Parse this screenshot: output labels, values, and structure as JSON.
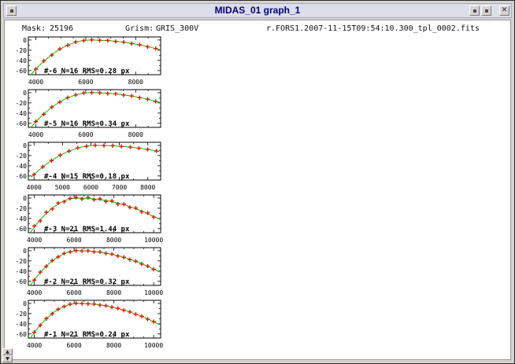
{
  "window": {
    "title": "MIDAS_01 graph_1",
    "close_icon": "✕",
    "scroll_up_icon": "▲",
    "scroll_down_icon": "▼"
  },
  "header": {
    "mask_label": "Mask:",
    "mask_value": "25196",
    "grism_label": "Grism:",
    "grism_value": "GRIS_300V",
    "fits_file": "r.FORS1.2007-11-15T09:54:10.300_tpl_0002.fits"
  },
  "colors": {
    "curve": "#00c400",
    "marker": "#ee1100",
    "title_text": "#00007a",
    "titlebar_bg": "#dcdee9"
  },
  "chart_data": {
    "type": "line",
    "note": "six stacked wavelength-dispersion residual panels, green fit curve with red cross data points",
    "ylabel_ticks": [
      0,
      -20,
      -40,
      -60
    ]
  },
  "plots": [
    {
      "id": "-6",
      "label": "#-6 N=16 RMS=0.28 px",
      "x_range": [
        3700,
        9000
      ],
      "x_ticks": [
        4000,
        6000,
        8000
      ],
      "x_minor": 500,
      "y_range": [
        -68,
        6
      ],
      "y_ticks": [
        0,
        -20,
        -40,
        -60
      ],
      "y_minor": 10,
      "curve": [
        [
          3800,
          -68
        ],
        [
          4000,
          -57.1
        ],
        [
          4200,
          -47.2
        ],
        [
          4400,
          -38.2
        ],
        [
          4600,
          -30.2
        ],
        [
          4800,
          -23.1
        ],
        [
          5000,
          -17
        ],
        [
          5200,
          -11.8
        ],
        [
          5400,
          -7.6
        ],
        [
          5600,
          -4.3
        ],
        [
          5800,
          -1.9
        ],
        [
          6000,
          -0.5
        ],
        [
          6200,
          0
        ],
        [
          6400,
          -0.1
        ],
        [
          6600,
          -0.4
        ],
        [
          6800,
          -0.9
        ],
        [
          7000,
          -1.6
        ],
        [
          7200,
          -2.5
        ],
        [
          7400,
          -3.6
        ],
        [
          7600,
          -4.9
        ],
        [
          7800,
          -6.4
        ],
        [
          8000,
          -8.1
        ],
        [
          8200,
          -10
        ],
        [
          8400,
          -12.1
        ],
        [
          8600,
          -14.4
        ],
        [
          8800,
          -16.9
        ],
        [
          9000,
          -19.6
        ]
      ],
      "markers": [
        [
          4000,
          -57.1
        ],
        [
          4320,
          -40.9
        ],
        [
          4640,
          -29.5
        ],
        [
          4960,
          -17.6
        ],
        [
          5280,
          -10.4
        ],
        [
          5600,
          -3.8
        ],
        [
          5920,
          -1.2
        ],
        [
          6240,
          0.3
        ],
        [
          6560,
          -0.6
        ],
        [
          6880,
          -0.9
        ],
        [
          7200,
          -2.9
        ],
        [
          7520,
          -4.1
        ],
        [
          7840,
          -7
        ],
        [
          8160,
          -9.3
        ],
        [
          8480,
          -13.4
        ],
        [
          8800,
          -16.6
        ]
      ]
    },
    {
      "id": "-5",
      "label": "#-5 N=16 RMS=0.34 px",
      "x_range": [
        3700,
        9000
      ],
      "x_ticks": [
        4000,
        6000,
        8000
      ],
      "x_minor": 500,
      "y_range": [
        -68,
        6
      ],
      "y_ticks": [
        0,
        -20,
        -40,
        -60
      ],
      "y_minor": 10,
      "curve": [
        [
          3800,
          -68
        ],
        [
          4000,
          -57.1
        ],
        [
          4200,
          -47.2
        ],
        [
          4400,
          -38.2
        ],
        [
          4600,
          -30.2
        ],
        [
          4800,
          -23.1
        ],
        [
          5000,
          -17
        ],
        [
          5200,
          -11.8
        ],
        [
          5400,
          -7.6
        ],
        [
          5600,
          -4.3
        ],
        [
          5800,
          -1.9
        ],
        [
          6000,
          -0.5
        ],
        [
          6200,
          0
        ],
        [
          6400,
          -0.1
        ],
        [
          6600,
          -0.4
        ],
        [
          6800,
          -0.9
        ],
        [
          7000,
          -1.6
        ],
        [
          7200,
          -2.5
        ],
        [
          7400,
          -3.6
        ],
        [
          7600,
          -4.9
        ],
        [
          7800,
          -6.4
        ],
        [
          8000,
          -8.1
        ],
        [
          8200,
          -10
        ],
        [
          8400,
          -12.1
        ],
        [
          8600,
          -14.4
        ],
        [
          8800,
          -16.9
        ],
        [
          9000,
          -19.6
        ]
      ],
      "markers": [
        [
          4000,
          -56.5
        ],
        [
          4320,
          -42.3
        ],
        [
          4640,
          -28.2
        ],
        [
          4960,
          -18.5
        ],
        [
          5280,
          -9.6
        ],
        [
          5600,
          -4.5
        ],
        [
          5920,
          -0.7
        ],
        [
          6240,
          0.2
        ],
        [
          6560,
          -0.2
        ],
        [
          6880,
          -1.5
        ],
        [
          7200,
          -2.2
        ],
        [
          7520,
          -4.7
        ],
        [
          7840,
          -6.4
        ],
        [
          8160,
          -9.9
        ],
        [
          8480,
          -12.7
        ],
        [
          8800,
          -17.2
        ]
      ]
    },
    {
      "id": "-4",
      "label": "#-4 N=15 RMS=0.18 px",
      "x_range": [
        3800,
        8450
      ],
      "x_ticks": [
        4000,
        5000,
        6000,
        7000,
        8000
      ],
      "x_minor": 500,
      "y_range": [
        -68,
        6
      ],
      "y_ticks": [
        0,
        -20,
        -40,
        -60
      ],
      "y_minor": 10,
      "curve": [
        [
          3900,
          -62.4
        ],
        [
          4200,
          -47.2
        ],
        [
          4500,
          -34.1
        ],
        [
          4800,
          -23.1
        ],
        [
          5100,
          -14.3
        ],
        [
          5400,
          -7.6
        ],
        [
          5700,
          -2.9
        ],
        [
          6000,
          -0.5
        ],
        [
          6300,
          0
        ],
        [
          6600,
          -0.4
        ],
        [
          6900,
          -1.2
        ],
        [
          7200,
          -2.5
        ],
        [
          7500,
          -4.2
        ],
        [
          7800,
          -6.4
        ],
        [
          8100,
          -9
        ],
        [
          8400,
          -12.1
        ]
      ],
      "markers": [
        [
          4000,
          -57.3
        ],
        [
          4307,
          -42.1
        ],
        [
          4614,
          -29.9
        ],
        [
          4921,
          -19.1
        ],
        [
          5229,
          -11.3
        ],
        [
          5536,
          -5
        ],
        [
          5843,
          -1.7
        ],
        [
          6150,
          0.1
        ],
        [
          6457,
          -0.4
        ],
        [
          6764,
          -0.7
        ],
        [
          7071,
          -2.1
        ],
        [
          7379,
          -3.4
        ],
        [
          7686,
          -5.7
        ],
        [
          7993,
          -7.9
        ],
        [
          8300,
          -11.2
        ]
      ]
    },
    {
      "id": "-3",
      "label": "#-3 N=21 RMS=1.44 px",
      "x_range": [
        3700,
        10350
      ],
      "x_ticks": [
        4000,
        6000,
        8000,
        10000
      ],
      "x_minor": 500,
      "y_range": [
        -68,
        6
      ],
      "y_ticks": [
        0,
        -20,
        -40,
        -60
      ],
      "y_minor": 10,
      "curve": [
        [
          3800,
          -68
        ],
        [
          4100,
          -52
        ],
        [
          4400,
          -38.2
        ],
        [
          4700,
          -26.6
        ],
        [
          5000,
          -17
        ],
        [
          5300,
          -9.6
        ],
        [
          5600,
          -4.3
        ],
        [
          5900,
          -1.1
        ],
        [
          6200,
          0
        ],
        [
          6500,
          -0.2
        ],
        [
          6800,
          -0.9
        ],
        [
          7100,
          -2
        ],
        [
          7400,
          -3.6
        ],
        [
          7700,
          -5.6
        ],
        [
          8000,
          -8.1
        ],
        [
          8300,
          -11
        ],
        [
          8600,
          -14.4
        ],
        [
          8900,
          -18.2
        ],
        [
          9200,
          -22.5
        ],
        [
          9500,
          -27.2
        ],
        [
          9800,
          -32.4
        ],
        [
          10100,
          -38
        ],
        [
          10300,
          -42
        ]
      ],
      "markers": [
        [
          4000,
          -55
        ],
        [
          4300,
          -44.8
        ],
        [
          4600,
          -28
        ],
        [
          4900,
          -21.5
        ],
        [
          5200,
          -9.9
        ],
        [
          5500,
          -7.1
        ],
        [
          5800,
          -0.6
        ],
        [
          6100,
          1.2
        ],
        [
          6400,
          -1.8
        ],
        [
          6700,
          0.8
        ],
        [
          7000,
          -3.2
        ],
        [
          7300,
          -1.5
        ],
        [
          7600,
          -6.6
        ],
        [
          7900,
          -5.6
        ],
        [
          8200,
          -11.8
        ],
        [
          8500,
          -12
        ],
        [
          8800,
          -18.4
        ],
        [
          9100,
          -19.6
        ],
        [
          9400,
          -27.1
        ],
        [
          9700,
          -29.2
        ],
        [
          10000,
          -37.5
        ]
      ]
    },
    {
      "id": "-2",
      "label": "#-2 N=21 RMS=0.32 px",
      "x_range": [
        3700,
        10350
      ],
      "x_ticks": [
        4000,
        6000,
        8000,
        10000
      ],
      "x_minor": 500,
      "y_range": [
        -68,
        6
      ],
      "y_ticks": [
        0,
        -20,
        -40,
        -60
      ],
      "y_minor": 10,
      "curve": [
        [
          3800,
          -68
        ],
        [
          4100,
          -52
        ],
        [
          4400,
          -38.2
        ],
        [
          4700,
          -26.6
        ],
        [
          5000,
          -17
        ],
        [
          5300,
          -9.6
        ],
        [
          5600,
          -4.3
        ],
        [
          5900,
          -1.1
        ],
        [
          6200,
          0
        ],
        [
          6500,
          -0.2
        ],
        [
          6800,
          -0.9
        ],
        [
          7100,
          -2
        ],
        [
          7400,
          -3.6
        ],
        [
          7700,
          -5.6
        ],
        [
          8000,
          -8.1
        ],
        [
          8300,
          -11
        ],
        [
          8600,
          -14.4
        ],
        [
          8900,
          -18.2
        ],
        [
          9200,
          -22.5
        ],
        [
          9500,
          -27.2
        ],
        [
          9800,
          -32.4
        ],
        [
          10100,
          -38
        ],
        [
          10300,
          -42
        ]
      ],
      "markers": [
        [
          4000,
          -57.6
        ],
        [
          4300,
          -42
        ],
        [
          4600,
          -30.8
        ],
        [
          4900,
          -19.4
        ],
        [
          5200,
          -12.2
        ],
        [
          5500,
          -5.3
        ],
        [
          5800,
          -2.3
        ],
        [
          6100,
          0.3
        ],
        [
          6400,
          -0.5
        ],
        [
          6700,
          -0.3
        ],
        [
          7000,
          -2
        ],
        [
          7300,
          -2.6
        ],
        [
          7600,
          -5.3
        ],
        [
          7900,
          -6.8
        ],
        [
          8200,
          -10.4
        ],
        [
          8500,
          -12.8
        ],
        [
          8800,
          -17.3
        ],
        [
          9100,
          -20.6
        ],
        [
          9400,
          -26
        ],
        [
          9700,
          -30.2
        ],
        [
          10000,
          -36.6
        ]
      ]
    },
    {
      "id": "-1",
      "label": "#-1 N=21 RMS=0.24 px",
      "x_range": [
        3700,
        10350
      ],
      "x_ticks": [
        4000,
        6000,
        8000,
        10000
      ],
      "x_minor": 500,
      "y_range": [
        -68,
        6
      ],
      "y_ticks": [
        0,
        -20,
        -40,
        -60
      ],
      "y_minor": 10,
      "curve": [
        [
          3800,
          -68
        ],
        [
          4100,
          -52
        ],
        [
          4400,
          -38.2
        ],
        [
          4700,
          -26.6
        ],
        [
          5000,
          -17
        ],
        [
          5300,
          -9.6
        ],
        [
          5600,
          -4.3
        ],
        [
          5900,
          -1.1
        ],
        [
          6200,
          0
        ],
        [
          6500,
          -0.2
        ],
        [
          6800,
          -0.9
        ],
        [
          7100,
          -2
        ],
        [
          7400,
          -3.6
        ],
        [
          7700,
          -5.6
        ],
        [
          8000,
          -8.1
        ],
        [
          8300,
          -11
        ],
        [
          8600,
          -14.4
        ],
        [
          8900,
          -18.2
        ],
        [
          9200,
          -22.5
        ],
        [
          9500,
          -27.2
        ],
        [
          9800,
          -32.4
        ],
        [
          10100,
          -38
        ],
        [
          10300,
          -42
        ]
      ],
      "markers": [
        [
          4000,
          -56.7
        ],
        [
          4300,
          -43
        ],
        [
          4600,
          -29.8
        ],
        [
          4900,
          -20.3
        ],
        [
          5200,
          -11.4
        ],
        [
          5500,
          -6.2
        ],
        [
          5800,
          -1.6
        ],
        [
          6100,
          0.2
        ],
        [
          6400,
          -0.4
        ],
        [
          6700,
          -0.9
        ],
        [
          7000,
          -1.3
        ],
        [
          7300,
          -3.3
        ],
        [
          7600,
          -4.6
        ],
        [
          7900,
          -7.5
        ],
        [
          8200,
          -9.7
        ],
        [
          8500,
          -13.5
        ],
        [
          8800,
          -16.6
        ],
        [
          9100,
          -21.3
        ],
        [
          9400,
          -25.3
        ],
        [
          9700,
          -30.9
        ],
        [
          10000,
          -35.8
        ]
      ]
    }
  ]
}
